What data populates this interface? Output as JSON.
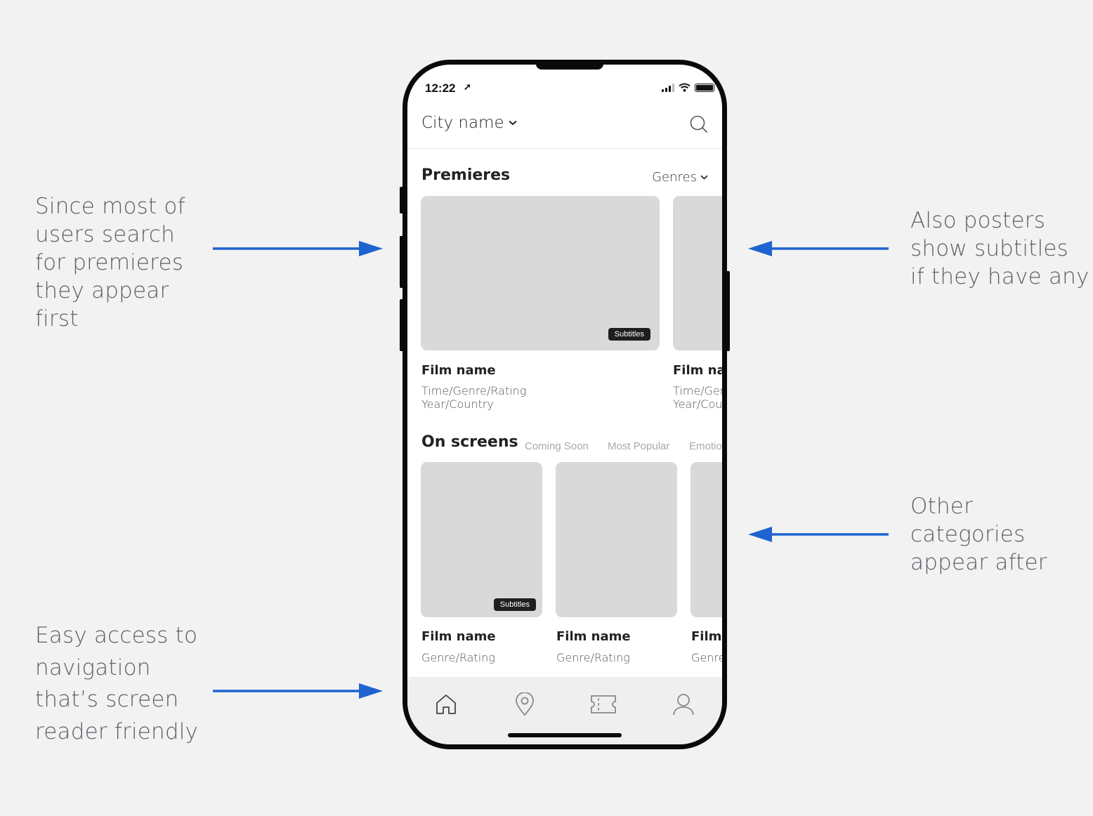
{
  "annotations": {
    "premieres": [
      "Since most of",
      "users search",
      "for premieres",
      "they appear",
      "first"
    ],
    "subtitles": [
      "Also posters",
      "show subtitles",
      "if they have any"
    ],
    "categories": [
      "Other",
      "categories",
      "appear after"
    ],
    "navigation": [
      "Easy access to",
      "navigation",
      "that’s screen",
      "reader friendly"
    ]
  },
  "colors": {
    "arrow": "#1f63d1",
    "placeholder": "#d9d9d9",
    "background": "#f2f2f2",
    "tabbar": "#efefef"
  },
  "status_bar": {
    "time": "12:22",
    "location_glyph": "➚"
  },
  "header": {
    "city": "City name",
    "search_icon": "search-icon"
  },
  "premieres": {
    "title": "Premieres",
    "filter": "Genres",
    "films": [
      {
        "name": "Film name",
        "meta1": "Time/Genre/Rating",
        "meta2": "Year/Country",
        "badge": "Subtitles"
      },
      {
        "name": "Film name",
        "meta1": "Time/Genre/Rating",
        "meta2": "Year/Country"
      }
    ]
  },
  "on_screens": {
    "title": "On screens",
    "tabs": [
      "Coming Soon",
      "Most Popular",
      "Emotions"
    ],
    "films": [
      {
        "name": "Film name",
        "meta": "Genre/Rating",
        "badge": "Subtitles"
      },
      {
        "name": "Film name",
        "meta": "Genre/Rating"
      },
      {
        "name": "Film name",
        "meta": "Genre/Rating"
      }
    ]
  },
  "tab_bar": [
    "home-icon",
    "location-pin-icon",
    "ticket-icon",
    "profile-icon"
  ]
}
